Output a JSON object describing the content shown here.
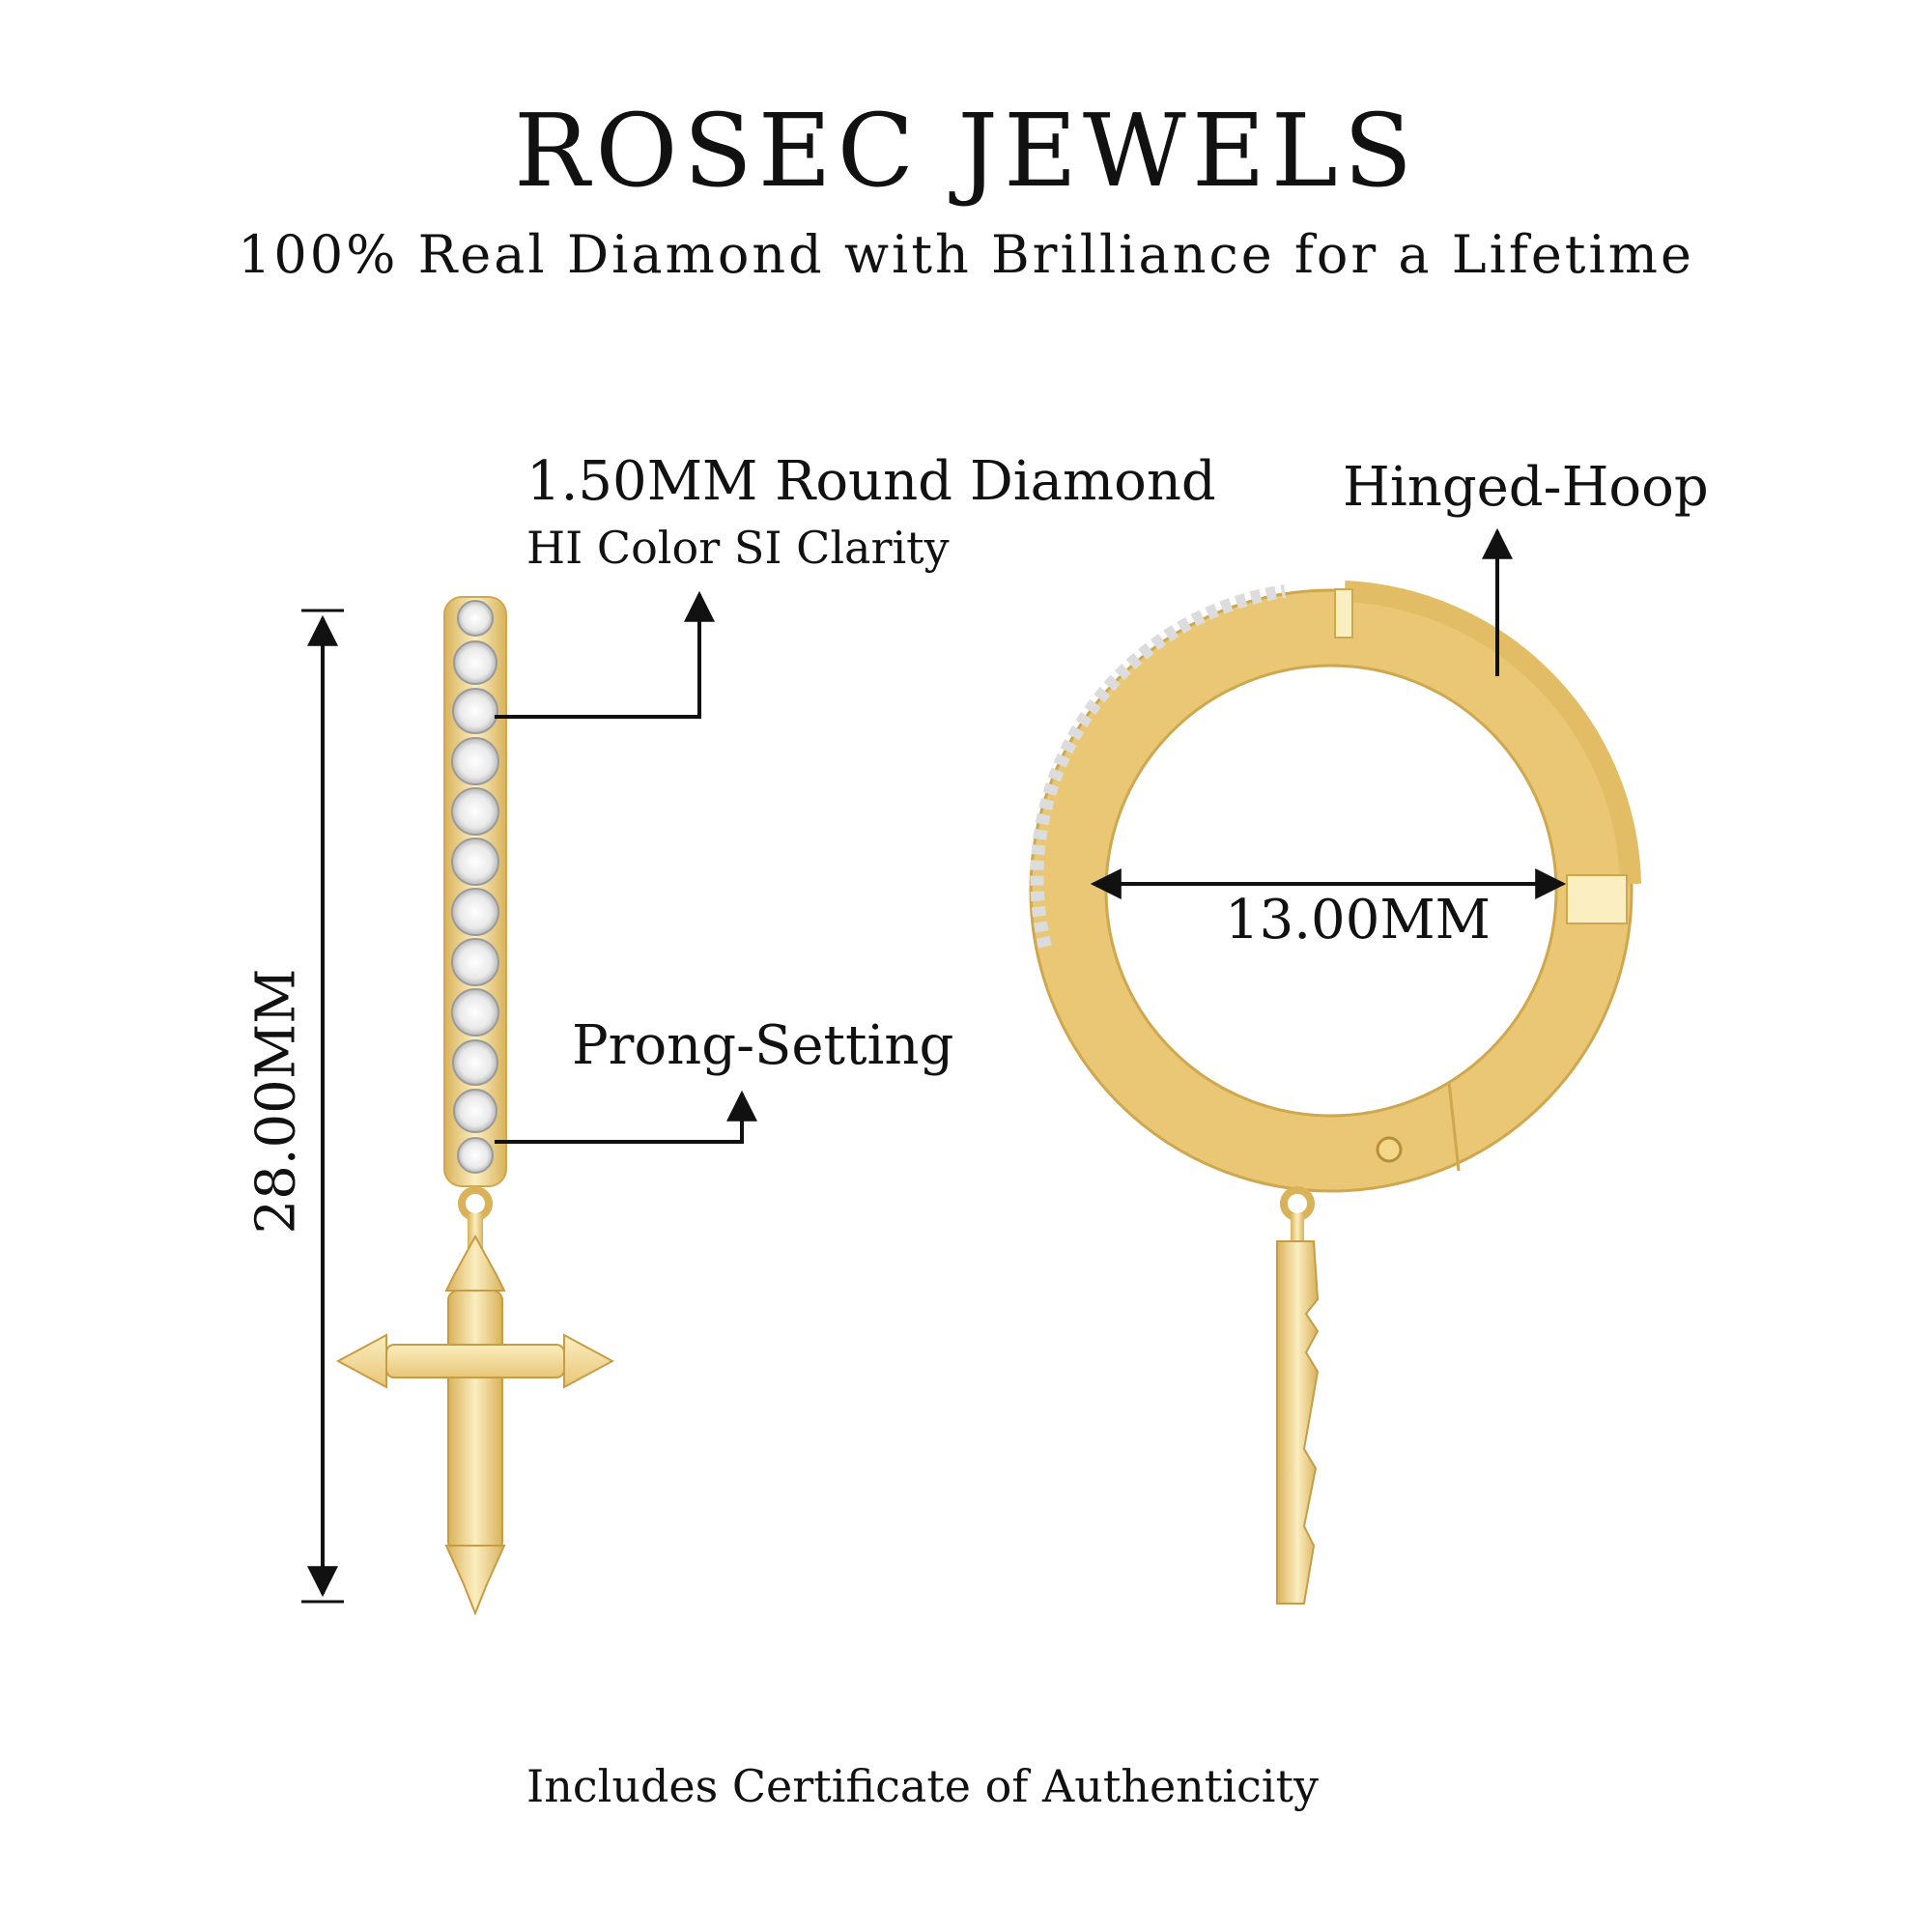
{
  "header": {
    "brand": "ROSEC JEWELS",
    "tagline": "100% Real Diamond with Brilliance for a Lifetime"
  },
  "callouts": {
    "diamond_title": "1.50MM Round Diamond",
    "diamond_sub": "HI Color SI Clarity",
    "hinge": "Hinged-Hoop",
    "prong": "Prong-Setting"
  },
  "dimensions": {
    "height": "28.00MM",
    "diameter": "13.00MM"
  },
  "footer": {
    "note": "Includes Certificate of Authenticity"
  },
  "colors": {
    "gold_light": "#fbeec0",
    "gold_mid": "#f3d88a",
    "gold_dark": "#d9b25a",
    "line": "#111111"
  }
}
